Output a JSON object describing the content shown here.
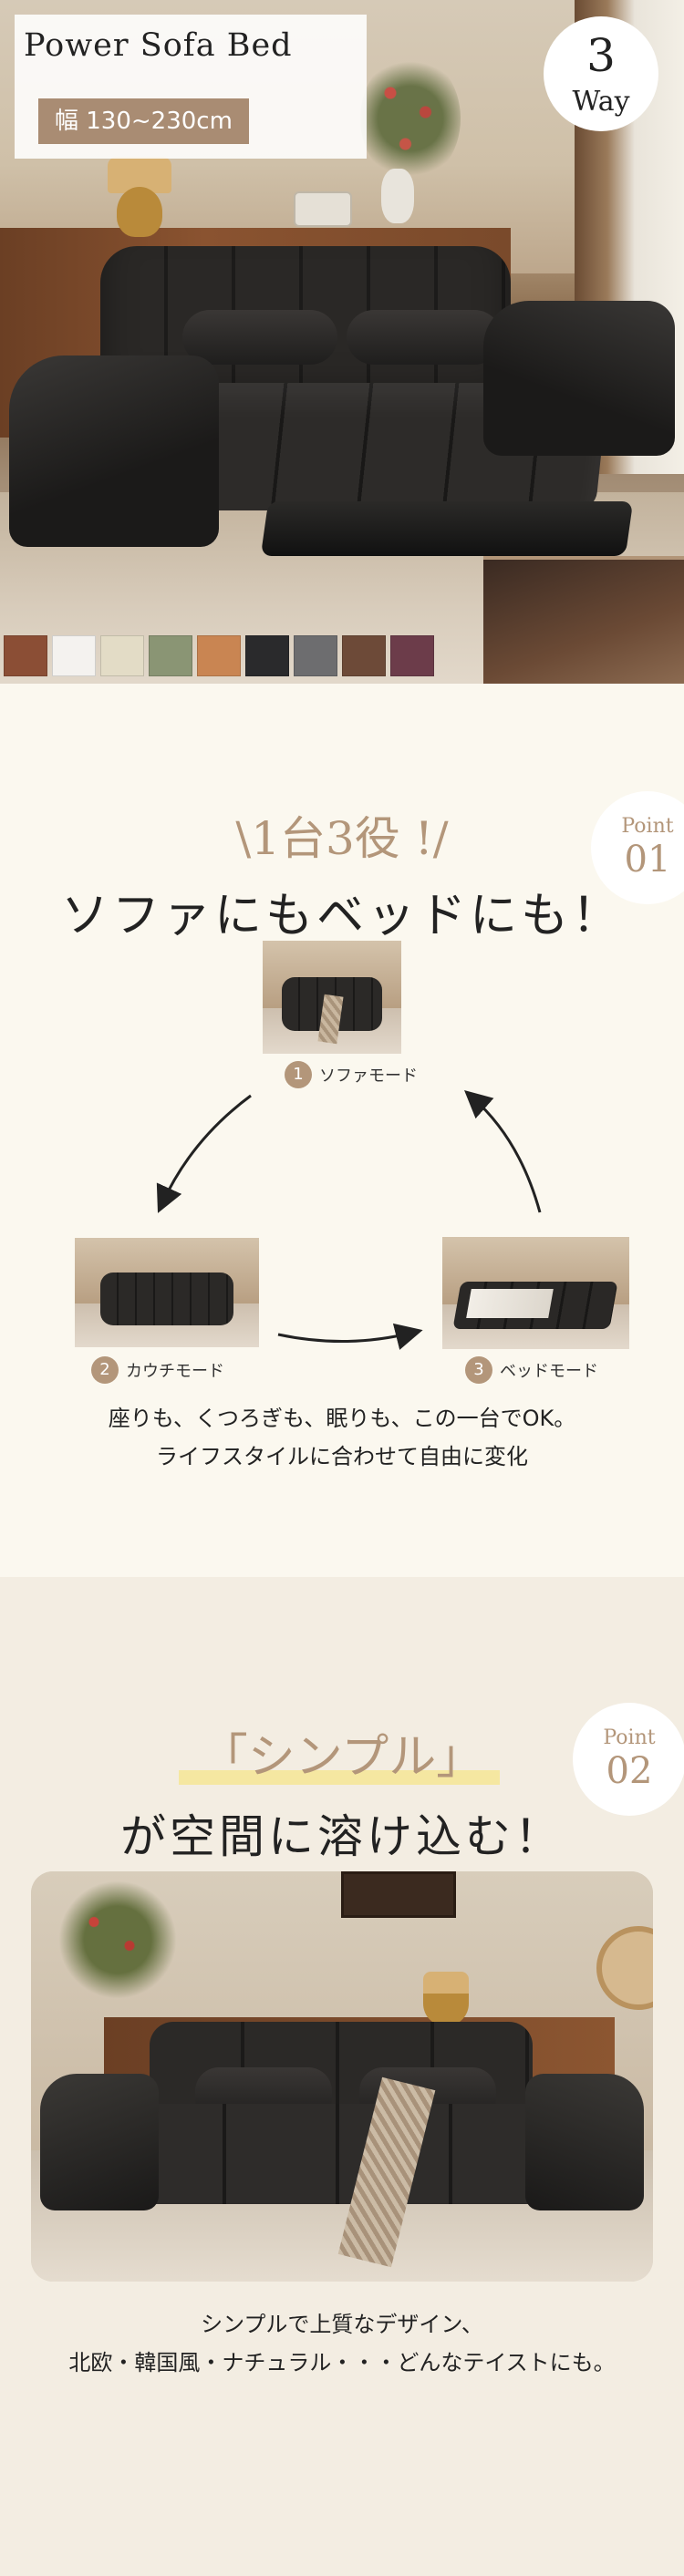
{
  "hero": {
    "title": "Power Sofa Bed",
    "width_label": "幅 130~230cm",
    "way_number": "3",
    "way_label": "Way",
    "colors": [
      "#8b4e35",
      "#f4f2ef",
      "#e3dcc6",
      "#8a9574",
      "#c98552",
      "#2a2a2c",
      "#6d6d6f",
      "#6d4a38",
      "#6c3c4a"
    ]
  },
  "section1": {
    "headline_slash": "\\1台3役 !/",
    "headline_main": "ソファにもベッドにも！",
    "point_label": "Point",
    "point_number": "01",
    "modes": [
      {
        "num": "1",
        "label": "ソファモード"
      },
      {
        "num": "2",
        "label": "カウチモード"
      },
      {
        "num": "3",
        "label": "ベッドモード"
      }
    ],
    "desc_line1": "座りも、くつろぎも、眠りも、この一台でOK。",
    "desc_line2": "ライフスタイルに合わせて自由に変化",
    "accent_color": "#b3967a"
  },
  "section2": {
    "headline": "「シンプル」",
    "main": "が空間に溶け込む！",
    "point_label": "Point",
    "point_number": "02",
    "desc_line1": "シンプルで上質なデザイン、",
    "desc_line2": "北欧・韓国風・ナチュラル・・・どんなテイストにも。"
  }
}
